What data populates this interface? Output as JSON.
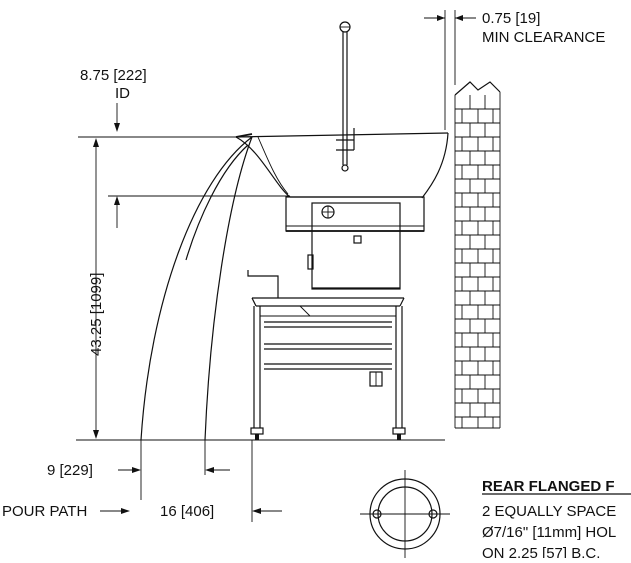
{
  "dimensions": {
    "min_clearance_value": "0.75 [19]",
    "min_clearance_label": "MIN CLEARANCE",
    "id_value": "8.75 [222]",
    "id_label": "ID",
    "height_value": "43.25 [1099]",
    "pour_value": "9 [229]",
    "pour_label": "POUR PATH",
    "offset_value": "16 [406]"
  },
  "note": {
    "title": "REAR FLANGED F",
    "line1": "2 EQUALLY SPACE",
    "line2": "Ø7/16\" [11mm] HOL",
    "line3": "ON 2.25 [57] B.C."
  }
}
